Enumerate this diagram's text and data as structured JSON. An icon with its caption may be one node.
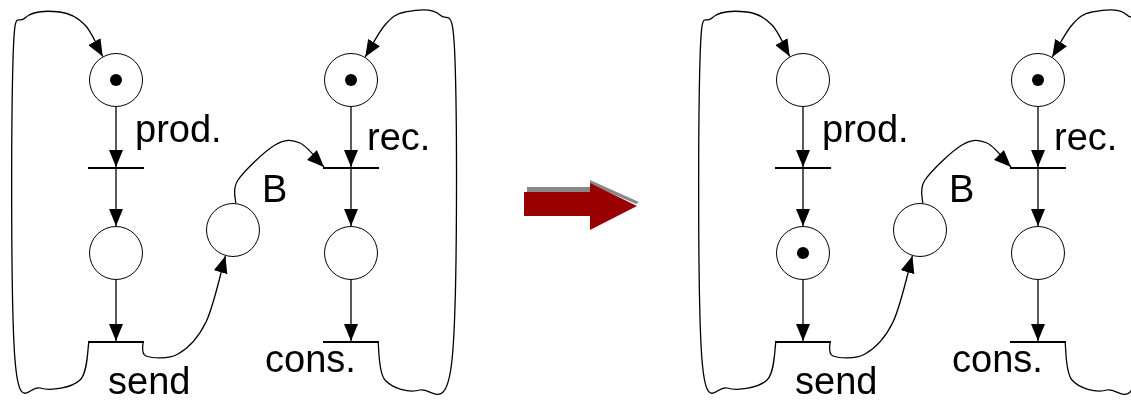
{
  "diagram": {
    "nodes": [
      {
        "text": [],
        "shape": "circle"
      },
      {
        "text": [],
        "shape": "dot",
        "in": 0
      },
      {
        "text": [],
        "shape": "bar",
        "beside": [
          "prod."
        ]
      },
      {
        "text": [],
        "shape": "circle"
      },
      {
        "text": [],
        "shape": "bar",
        "beside": [
          "send"
        ]
      },
      {
        "text": [],
        "shape": "circle",
        "beside": [
          "B"
        ]
      },
      {
        "text": [],
        "shape": "circle"
      },
      {
        "text": [],
        "shape": "dot",
        "in": 6
      },
      {
        "text": [],
        "shape": "bar",
        "beside": [
          "rec."
        ]
      },
      {
        "text": [],
        "shape": "circle"
      },
      {
        "text": [],
        "shape": "bar",
        "beside": [
          "cons."
        ]
      },
      {
        "text": [],
        "shape": "circle"
      },
      {
        "text": [],
        "shape": "bar",
        "beside": [
          "prod."
        ]
      },
      {
        "text": [],
        "shape": "circle"
      },
      {
        "text": [],
        "shape": "dot",
        "in": 13
      },
      {
        "text": [],
        "shape": "bar",
        "beside": [
          "send"
        ]
      },
      {
        "text": [],
        "shape": "circle",
        "beside": [
          "B"
        ]
      },
      {
        "text": [],
        "shape": "circle"
      },
      {
        "text": [],
        "shape": "dot",
        "in": 17
      },
      {
        "text": [],
        "shape": "bar",
        "beside": [
          "rec."
        ]
      },
      {
        "text": [],
        "shape": "circle"
      },
      {
        "text": [],
        "shape": "bar",
        "beside": [
          "cons."
        ]
      }
    ],
    "edges": [
      {
        "from": 0,
        "to": 2,
        "arrow": "to"
      },
      {
        "from": 2,
        "to": 3,
        "arrow": "to"
      },
      {
        "from": 3,
        "to": 4,
        "arrow": "to"
      },
      {
        "from": 4,
        "to": 0,
        "arrow": "to"
      },
      {
        "from": 4,
        "to": 5,
        "arrow": "to"
      },
      {
        "from": 5,
        "to": 8,
        "arrow": "to"
      },
      {
        "from": 6,
        "to": 8,
        "arrow": "to"
      },
      {
        "from": 8,
        "to": 9,
        "arrow": "to"
      },
      {
        "from": 9,
        "to": 10,
        "arrow": "to"
      },
      {
        "from": 10,
        "to": 6,
        "arrow": "to"
      },
      {
        "from": 11,
        "to": 12,
        "arrow": "to"
      },
      {
        "from": 12,
        "to": 13,
        "arrow": "to"
      },
      {
        "from": 13,
        "to": 15,
        "arrow": "to"
      },
      {
        "from": 15,
        "to": 11,
        "arrow": "to"
      },
      {
        "from": 15,
        "to": 16,
        "arrow": "to"
      },
      {
        "from": 16,
        "to": 19,
        "arrow": "to"
      },
      {
        "from": 17,
        "to": 19,
        "arrow": "to"
      },
      {
        "from": 19,
        "to": 20,
        "arrow": "to"
      },
      {
        "from": 20,
        "to": 21,
        "arrow": "to"
      },
      {
        "from": 21,
        "to": 17,
        "arrow": "to"
      }
    ]
  }
}
